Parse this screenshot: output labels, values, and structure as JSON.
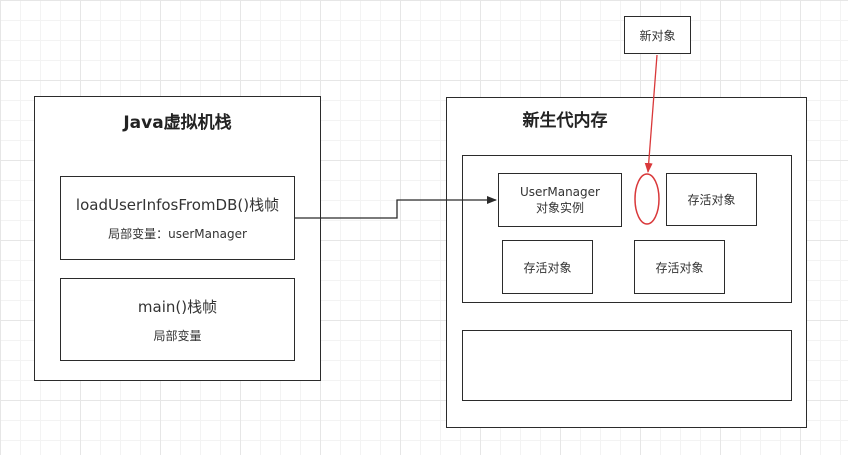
{
  "jvm_stack": {
    "title": "Java虚拟机栈",
    "frame_load": {
      "title": "loadUserInfosFromDB()栈帧",
      "vars": "局部变量：userManager"
    },
    "frame_main": {
      "title": "main()栈帧",
      "vars": "局部变量"
    }
  },
  "young_gen": {
    "title": "新生代内存",
    "user_manager": {
      "line1": "UserManager",
      "line2": "对象实例"
    },
    "survivor_1": "存活对象",
    "survivor_2": "存活对象",
    "survivor_3": "存活对象"
  },
  "new_object": "新对象",
  "colors": {
    "new_object_arrow": "#d9383a",
    "stroke": "#2b2b2b"
  }
}
